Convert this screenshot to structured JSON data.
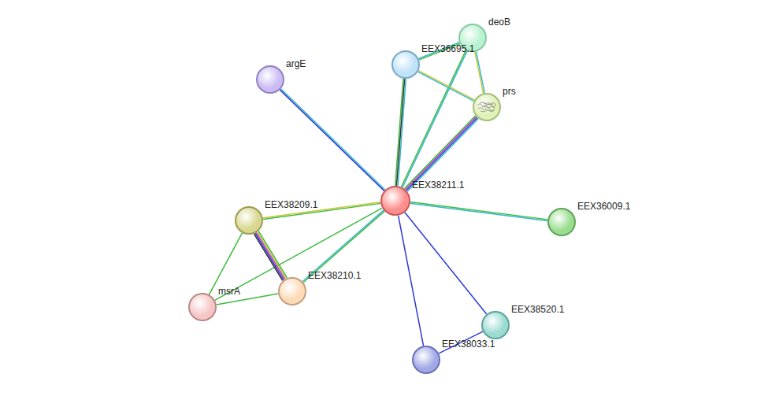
{
  "diagram": {
    "nodes": [
      {
        "text": [
          "deoB"
        ]
      },
      {
        "text": [
          "EEX36695.1"
        ]
      },
      {
        "text": [
          "argE"
        ]
      },
      {
        "text": [
          "prs"
        ]
      },
      {
        "text": [
          "EEX38211.1"
        ]
      },
      {
        "text": [
          "EEX38209.1"
        ]
      },
      {
        "text": [
          "EEX36009.1"
        ]
      },
      {
        "text": [
          "EEX38210.1"
        ]
      },
      {
        "text": [
          "msrA"
        ]
      },
      {
        "text": [
          "EEX38520.1"
        ]
      },
      {
        "text": [
          "EEX38033.1"
        ]
      }
    ],
    "edges": [
      {
        "from": 4,
        "to": 2,
        "arrow": "none"
      },
      {
        "from": 4,
        "to": 1,
        "arrow": "none"
      },
      {
        "from": 4,
        "to": 0,
        "arrow": "none"
      },
      {
        "from": 4,
        "to": 3,
        "arrow": "none"
      },
      {
        "from": 1,
        "to": 0,
        "arrow": "none"
      },
      {
        "from": 1,
        "to": 3,
        "arrow": "none"
      },
      {
        "from": 0,
        "to": 3,
        "arrow": "none"
      },
      {
        "from": 4,
        "to": 5,
        "arrow": "none"
      },
      {
        "from": 4,
        "to": 7,
        "arrow": "none"
      },
      {
        "from": 4,
        "to": 8,
        "arrow": "none"
      },
      {
        "from": 5,
        "to": 7,
        "arrow": "none"
      },
      {
        "from": 5,
        "to": 8,
        "arrow": "none"
      },
      {
        "from": 8,
        "to": 7,
        "arrow": "none"
      },
      {
        "from": 4,
        "to": 6,
        "arrow": "none"
      },
      {
        "from": 4,
        "to": 9,
        "arrow": "none"
      },
      {
        "from": 4,
        "to": 10,
        "arrow": "none"
      },
      {
        "from": 10,
        "to": 9,
        "arrow": "none"
      }
    ]
  }
}
